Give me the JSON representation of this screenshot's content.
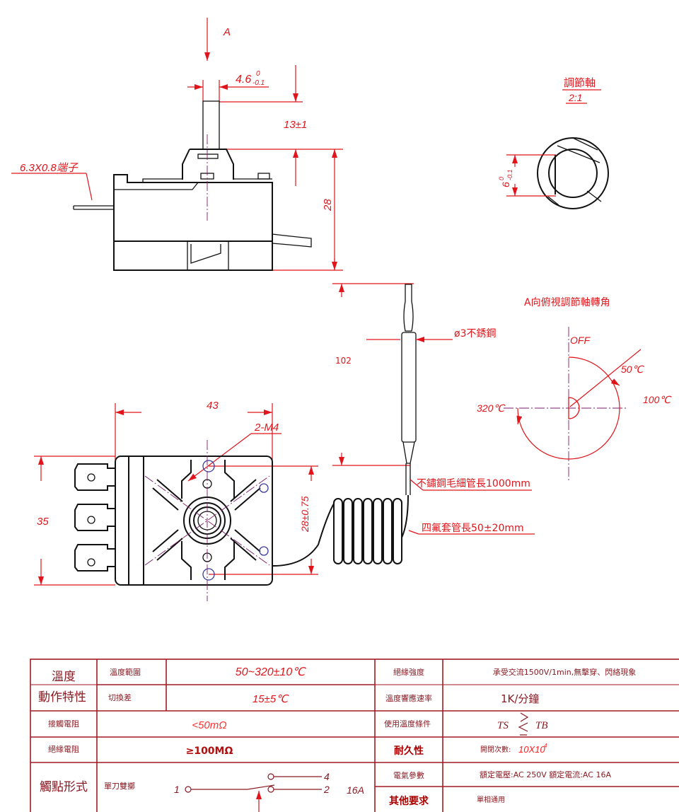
{
  "drawing": {
    "view_arrow_label": "A",
    "shaft_width_dim": "4.6",
    "shaft_width_tol_upper": "0",
    "shaft_width_tol_lower": "-0.1",
    "shaft_height_dim": "13±1",
    "terminal_label": "6.3X0.8端子",
    "body_height_dim": "28",
    "shaft_detail_title": "調節軸",
    "shaft_detail_scale": "2:1",
    "shaft_flat_dim": "6",
    "shaft_flat_tol_upper": "0",
    "shaft_flat_tol_lower": "-0.1",
    "probe_length_dim": "102",
    "probe_label": "ø3不銹鋼",
    "rotation_title": "A向俯視調節軸轉角",
    "rotation_off": "OFF",
    "rotation_50": "50℃",
    "rotation_100": "100℃",
    "rotation_320": "320℃",
    "width_dim": "43",
    "mount_label": "2-M4",
    "height_dim": "35",
    "mount_spacing_dim": "28±0.75",
    "capillary_label": "不鏽鋼毛細管長1000mm",
    "sleeve_label": "四氟套管長50±20mm"
  },
  "colors": {
    "dimension": "#e0141a",
    "table_border": "#a01a22",
    "outline": "#111111"
  },
  "table": {
    "temp_group": [
      "溫度",
      "動作特性"
    ],
    "temp_range_label": "溫度範圍",
    "temp_range_value": "50~320±10℃",
    "differential_label": "切換差",
    "differential_value": "15±5℃",
    "contact_resistance_label": "接觸電阻",
    "contact_resistance_value": "<50mΩ",
    "insulation_resistance_label": "絕緣電阻",
    "insulation_resistance_value": "≥100MΩ",
    "contact_form_label": "觸點形式",
    "contact_form_type": "單刀雙擲",
    "contact_pin_1": "1",
    "contact_pin_2": "2",
    "contact_pin_4": "4",
    "contact_rating": "16A",
    "dielectric_label": "絕緣強度",
    "dielectric_value": "承受交流1500V/1min,無擊穿、閃絡現象",
    "response_label": "溫度響應速率",
    "response_value": "1K/分鐘",
    "use_condition_label": "使用溫度條件",
    "use_condition_ts": "TS",
    "use_condition_tb": "TB",
    "durability_label": "耐久性",
    "durability_prefix": "開閉次數:",
    "durability_value": "10X10",
    "durability_exp": "4",
    "electrical_label": "電氣參數",
    "electrical_value": "額定電壓:AC 250V 額定電流:AC 16A",
    "other_label": "其他要求",
    "other_value": "單相通用"
  }
}
